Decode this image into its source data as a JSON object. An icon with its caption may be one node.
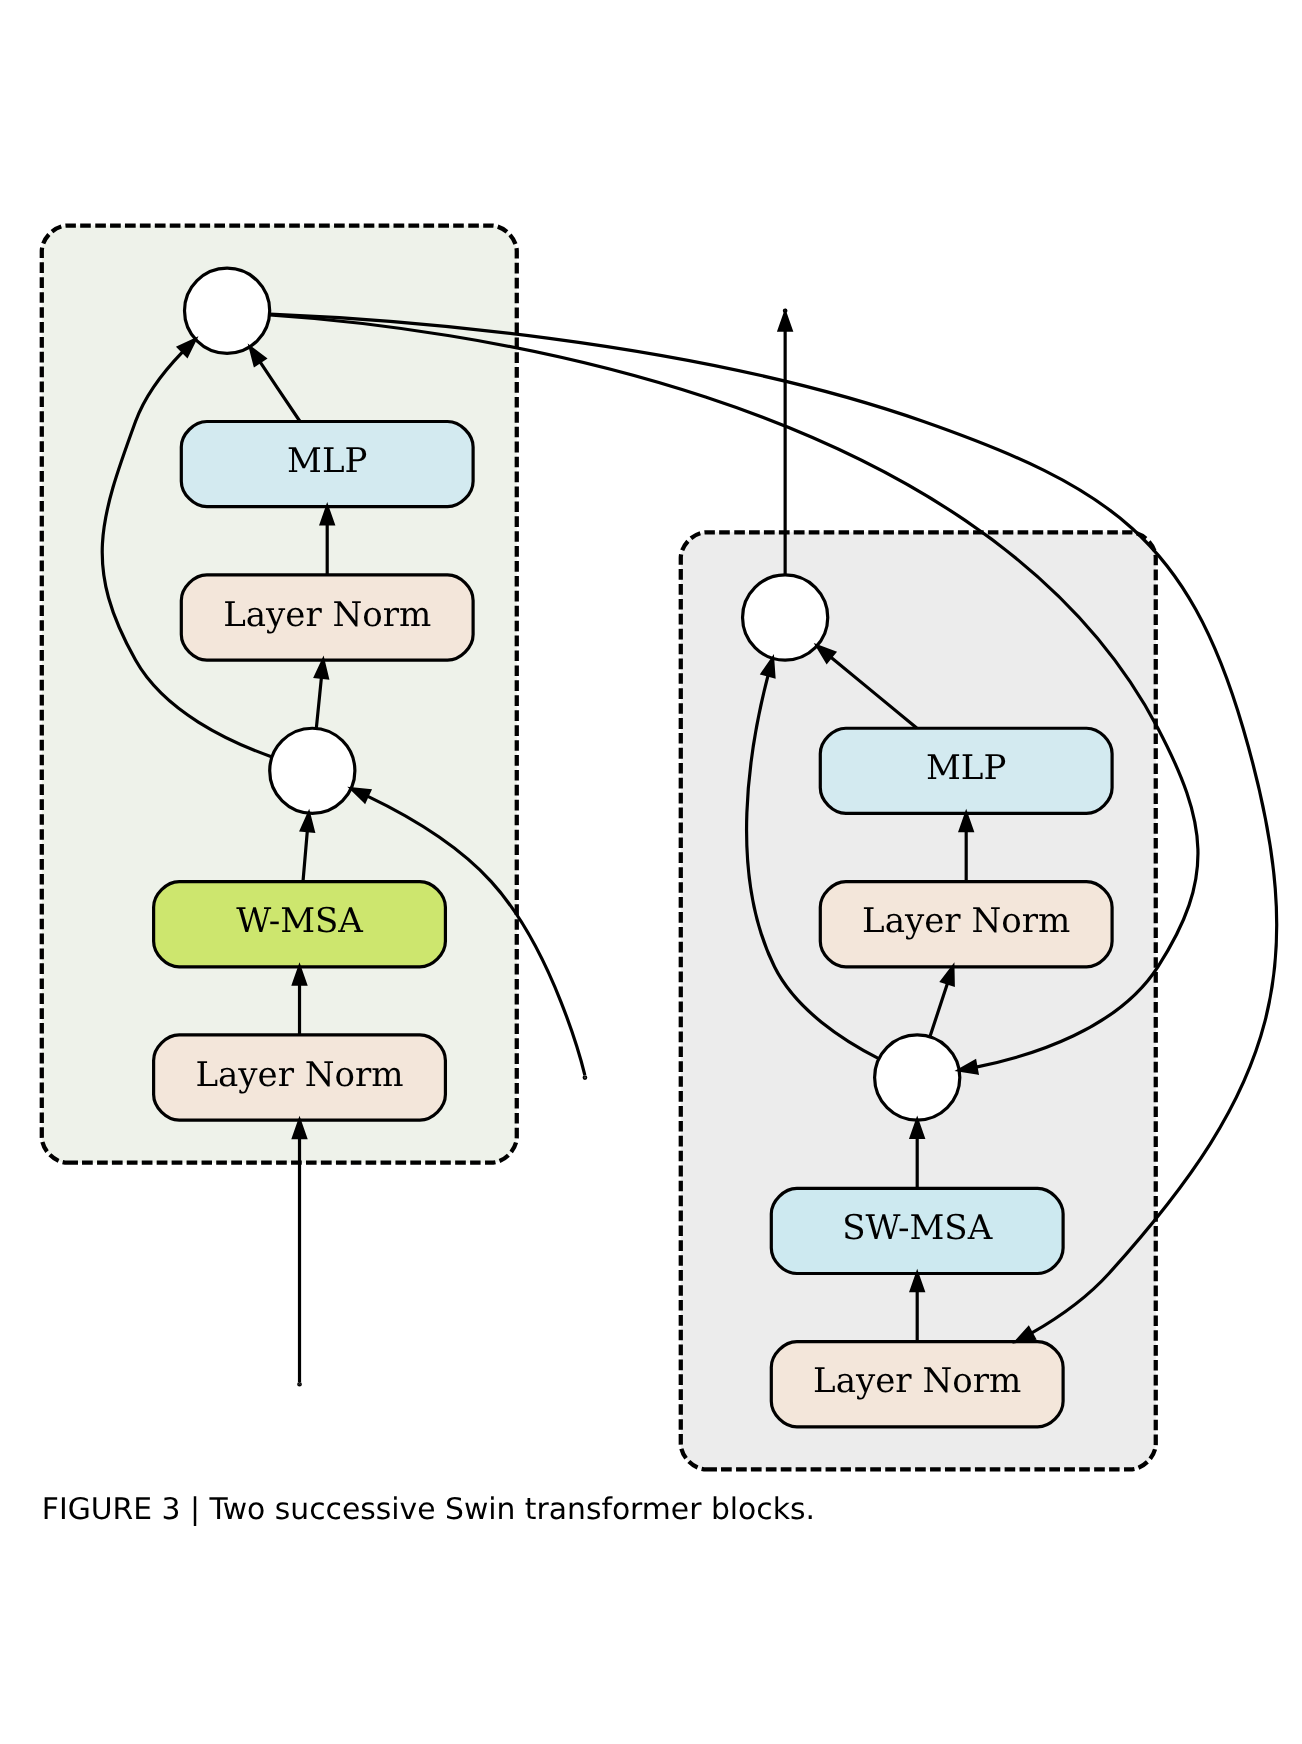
{
  "diagram": {
    "caption": "FIGURE 3 | Two successive Swin transformer blocks.",
    "nodes": [
      {
        "text": [],
        "shape": "box"
      },
      {
        "text": [],
        "shape": "box"
      },
      {
        "text": [],
        "shape": "circle",
        "in": 0
      },
      {
        "text": [
          "MLP"
        ],
        "in": 0
      },
      {
        "text": [
          "Layer Norm"
        ],
        "in": 0
      },
      {
        "text": [],
        "shape": "circle",
        "in": 0
      },
      {
        "text": [
          "W-MSA"
        ],
        "in": 0
      },
      {
        "text": [
          "Layer Norm"
        ],
        "in": 0
      },
      {
        "text": [],
        "shape": "circle",
        "in": 1
      },
      {
        "text": [
          "MLP"
        ],
        "in": 1
      },
      {
        "text": [
          "Layer Norm"
        ],
        "in": 1
      },
      {
        "text": [],
        "shape": "circle",
        "in": 1
      },
      {
        "text": [
          "SW-MSA"
        ],
        "in": 1
      },
      {
        "text": [
          "Layer Norm"
        ],
        "in": 1
      }
    ],
    "edges": [
      {
        "from": null,
        "to": 7,
        "arrow": "to"
      },
      {
        "from": null,
        "to": 5,
        "arrow": "to"
      },
      {
        "from": 7,
        "to": 6,
        "arrow": "to"
      },
      {
        "from": 6,
        "to": 5,
        "arrow": "to"
      },
      {
        "from": 5,
        "to": 4,
        "arrow": "to"
      },
      {
        "from": 5,
        "to": 2,
        "arrow": "to"
      },
      {
        "from": 4,
        "to": 3,
        "arrow": "to"
      },
      {
        "from": 3,
        "to": 2,
        "arrow": "to"
      },
      {
        "from": 2,
        "to": 13,
        "arrow": "to"
      },
      {
        "from": 2,
        "to": 11,
        "arrow": "to"
      },
      {
        "from": 13,
        "to": 12,
        "arrow": "to"
      },
      {
        "from": 12,
        "to": 11,
        "arrow": "to"
      },
      {
        "from": 11,
        "to": 10,
        "arrow": "to"
      },
      {
        "from": 11,
        "to": 8,
        "arrow": "to"
      },
      {
        "from": 10,
        "to": 9,
        "arrow": "to"
      },
      {
        "from": 9,
        "to": 8,
        "arrow": "to"
      },
      {
        "from": 8,
        "to": null,
        "arrow": "to"
      }
    ]
  }
}
